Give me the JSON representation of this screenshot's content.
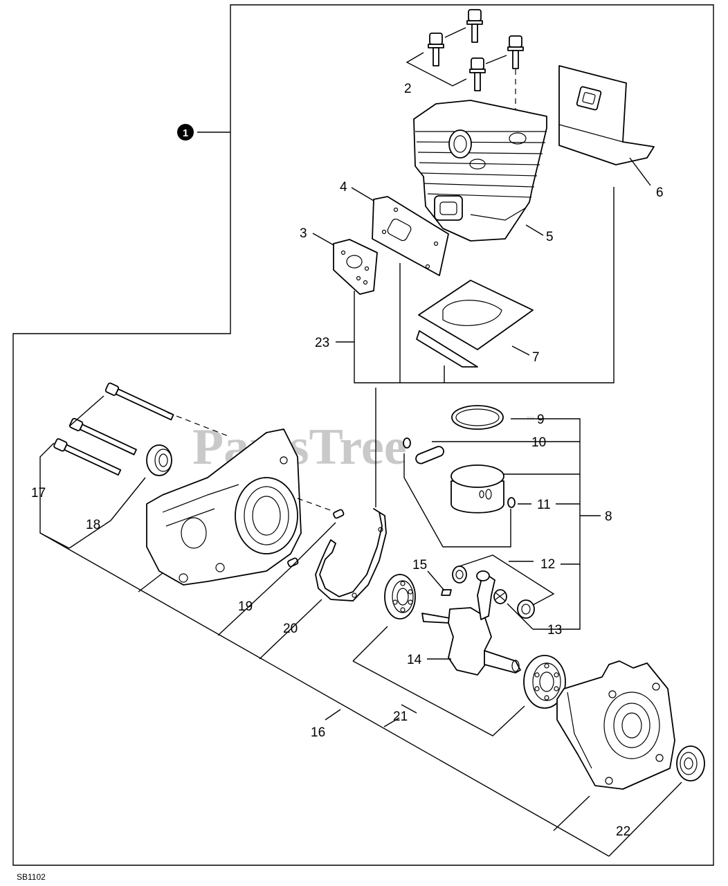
{
  "watermark": "PartsTree",
  "watermark_tm": "™",
  "diagram_code": "SB1102",
  "assembly_marker": "1",
  "callouts": {
    "c2": "2",
    "c3": "3",
    "c4": "4",
    "c5": "5",
    "c6": "6",
    "c7": "7",
    "c8": "8",
    "c9": "9",
    "c10": "10",
    "c11": "11",
    "c12": "12",
    "c13": "13",
    "c14": "14",
    "c15": "15",
    "c16": "16",
    "c17": "17",
    "c18": "18",
    "c19": "19",
    "c20": "20",
    "c21": "21",
    "c22": "22",
    "c23": "23"
  }
}
